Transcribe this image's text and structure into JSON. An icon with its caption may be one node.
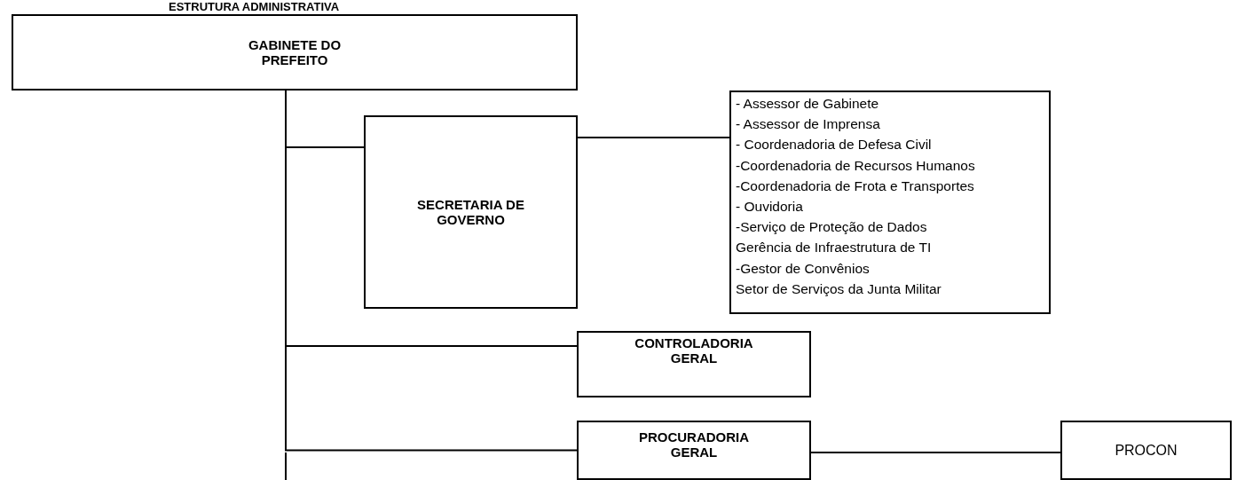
{
  "diagram": {
    "title": "ESTRUTURA ADMINISTRATIVA",
    "nodes": [
      {
        "text": [
          "GABINETE DO PREFEITO"
        ]
      },
      {
        "text": [
          "SECRETARIA DE GOVERNO"
        ]
      },
      {
        "text": [
          "- Assessor de Gabinete",
          "- Assessor de Imprensa",
          "- Coordenadoria de Defesa Civil",
          "-Coordenadoria de Recursos Humanos",
          "-Coordenadoria de Frota e Transportes",
          "- Ouvidoria",
          "-Serviço de Proteção de Dados",
          "Gerência de Infraestrutura de TI",
          "-Gestor de Convênios",
          "Setor de Serviços da Junta Militar"
        ]
      },
      {
        "text": [
          "CONTROLADORIA GERAL"
        ]
      },
      {
        "text": [
          "PROCURADORIA GERAL"
        ]
      },
      {
        "text": [
          "PROCON"
        ]
      }
    ],
    "edges": [
      {
        "from": 0,
        "to": 1,
        "arrow": "none"
      },
      {
        "from": 1,
        "to": 2,
        "arrow": "none"
      },
      {
        "from": 0,
        "to": 3,
        "arrow": "none"
      },
      {
        "from": 0,
        "to": 4,
        "arrow": "none"
      },
      {
        "from": 4,
        "to": 5,
        "arrow": "none"
      }
    ]
  }
}
